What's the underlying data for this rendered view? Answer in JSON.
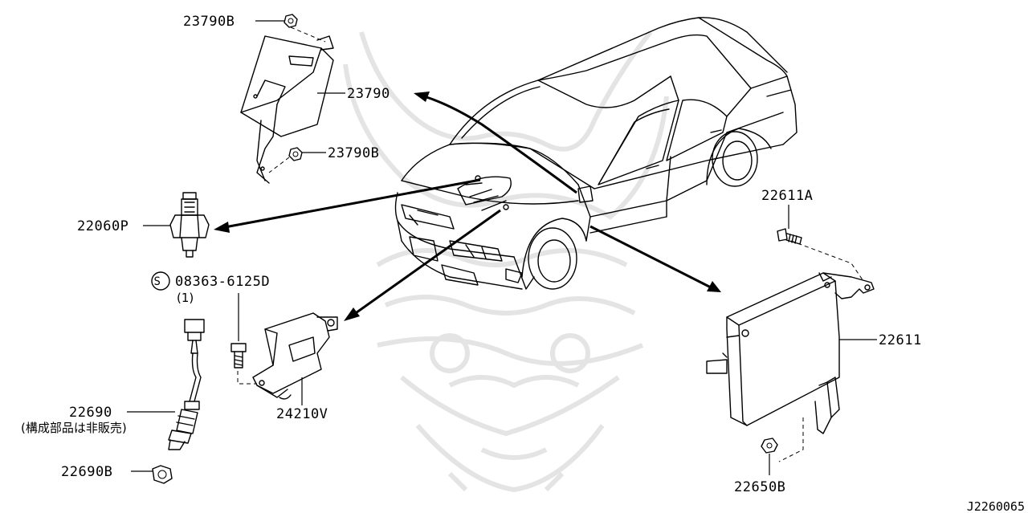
{
  "labels": {
    "p23790b_top": "23790B",
    "p23790": "23790",
    "p23790b_bottom": "23790B",
    "p22060p": "22060P",
    "p08363": "08363-6125D",
    "p08363_symbol": "S",
    "p08363_qty": "(1)",
    "p22690": "22690",
    "p22690_note": "(構成部品は非販売)",
    "p22690b": "22690B",
    "p24210v": "24210V",
    "p22611a": "22611A",
    "p22611": "22611",
    "p22650b": "22650B"
  },
  "diagram_code": "J2260065",
  "colors": {
    "line": "#000000",
    "watermark": "#e4e4e4",
    "background": "#ffffff"
  }
}
